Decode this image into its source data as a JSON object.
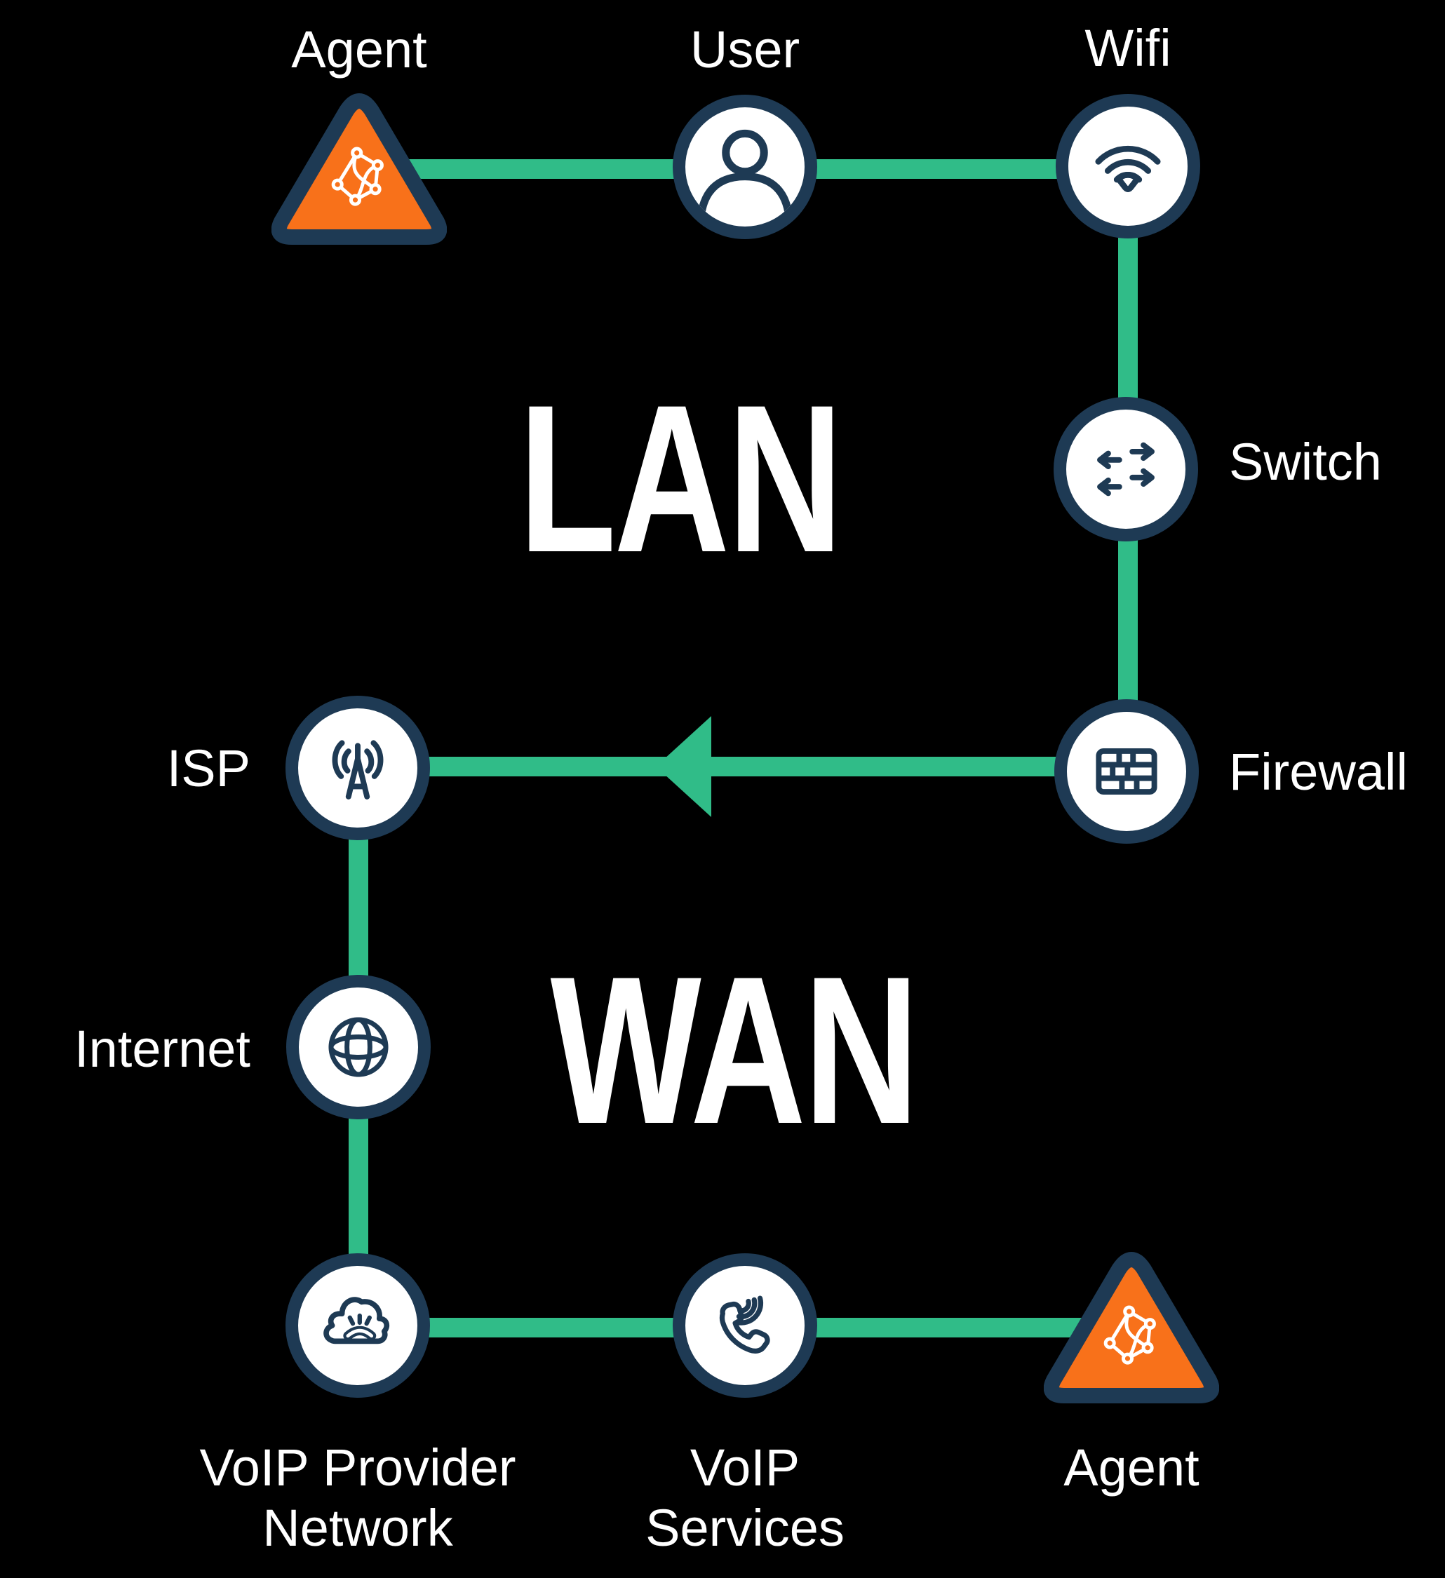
{
  "diagram": {
    "title_zones": {
      "lan": {
        "label": "LAN"
      },
      "wan": {
        "label": "WAN"
      }
    },
    "colors": {
      "background": "#000000",
      "connector_green": "#30bc88",
      "agent_orange": "#f8711a",
      "ring_navy": "#1e3a54",
      "node_fill": "#ffffff",
      "label_text": "#ffffff"
    },
    "nodes": {
      "agent_top": {
        "label": "Agent",
        "shape": "triangle",
        "icon": "network-graph-icon"
      },
      "user": {
        "label": "User",
        "shape": "circle",
        "icon": "user-icon"
      },
      "wifi": {
        "label": "Wifi",
        "shape": "circle",
        "icon": "wifi-icon"
      },
      "switch": {
        "label": "Switch",
        "shape": "circle",
        "icon": "switch-arrows-icon"
      },
      "firewall": {
        "label": "Firewall",
        "shape": "circle",
        "icon": "brick-wall-icon"
      },
      "isp": {
        "label": "ISP",
        "shape": "circle",
        "icon": "antenna-icon"
      },
      "internet": {
        "label": "Internet",
        "shape": "circle",
        "icon": "globe-icon"
      },
      "voip_provider": {
        "label": "VoIP Provider Network",
        "shape": "circle",
        "icon": "cloud-phone-icon"
      },
      "voip_services": {
        "label": "VoIP Services",
        "shape": "circle",
        "icon": "phone-waves-icon"
      },
      "agent_bottom": {
        "label": "Agent",
        "shape": "triangle",
        "icon": "network-graph-icon"
      }
    },
    "connections": [
      {
        "from": "agent_top",
        "to": "user",
        "arrow": false
      },
      {
        "from": "user",
        "to": "wifi",
        "arrow": false
      },
      {
        "from": "wifi",
        "to": "switch",
        "arrow": false
      },
      {
        "from": "switch",
        "to": "firewall",
        "arrow": false
      },
      {
        "from": "firewall",
        "to": "isp",
        "arrow": true,
        "arrow_direction": "left"
      },
      {
        "from": "isp",
        "to": "internet",
        "arrow": false
      },
      {
        "from": "internet",
        "to": "voip_provider",
        "arrow": false
      },
      {
        "from": "voip_provider",
        "to": "voip_services",
        "arrow": false
      },
      {
        "from": "voip_services",
        "to": "agent_bottom",
        "arrow": false
      }
    ]
  }
}
